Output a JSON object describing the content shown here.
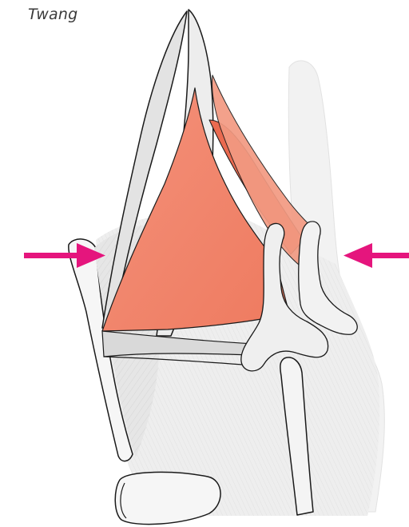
{
  "title": "Twang",
  "colors": {
    "arrow": "#e5157d",
    "muscle": "#f08166",
    "muscle_dark": "#e96a51",
    "cartilage": "#ececec",
    "cartilage_light": "#f3f3f3",
    "outline": "#1a1a1a"
  },
  "arrows": [
    {
      "name": "left-compression-arrow",
      "direction": "right"
    },
    {
      "name": "right-compression-arrow",
      "direction": "left"
    }
  ]
}
